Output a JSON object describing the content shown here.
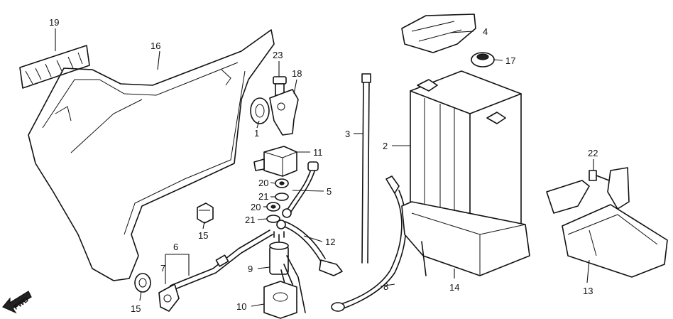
{
  "callouts": {
    "c1": "1",
    "c2": "2",
    "c3": "3",
    "c4": "4",
    "c5": "5",
    "c6": "6",
    "c7": "7",
    "c8": "8",
    "c9": "9",
    "c10": "10",
    "c11": "11",
    "c12": "12",
    "c13": "13",
    "c14": "14",
    "c15a": "15",
    "c15b": "15",
    "c16": "16",
    "c17": "17",
    "c18": "18",
    "c19": "19",
    "c20a": "20",
    "c20b": "20",
    "c21a": "21",
    "c21b": "21",
    "c22": "22",
    "c23": "23"
  },
  "fwd_label": "FWD"
}
